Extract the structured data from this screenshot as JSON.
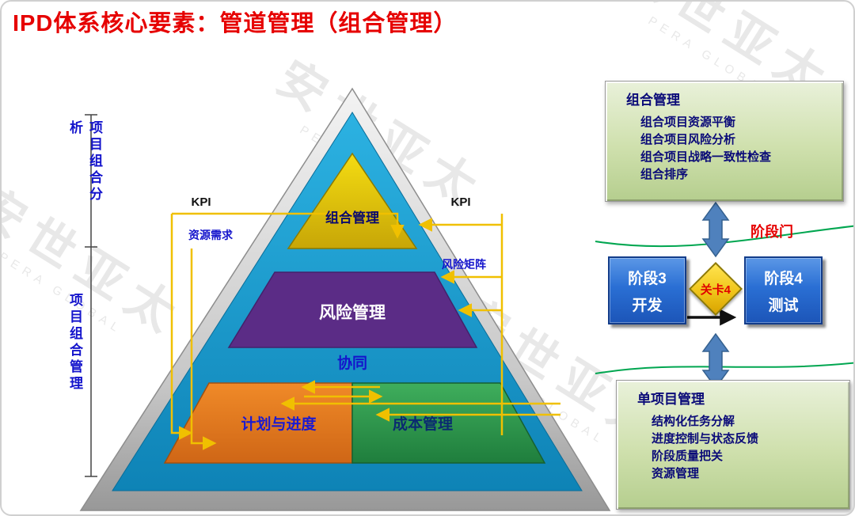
{
  "title": "IPD体系核心要素：管道管理（组合管理）",
  "watermark": {
    "cn": "安世亚太",
    "en": "PERA GLOBAL"
  },
  "left_labels": {
    "analysis": "项目组合分析",
    "management": "项目组合管理"
  },
  "pyramid": {
    "kpi_left": "KPI",
    "kpi_right": "KPI",
    "resource_demand_label": "资源需求",
    "risk_matrix_label": "风险矩阵",
    "tier_top": "组合管理",
    "tier_middle": "风险管理",
    "collaboration": "协同",
    "tier_bottom_left": "计划与进度",
    "tier_bottom_right": "成本管理"
  },
  "right_panel": {
    "portfolio_box": {
      "title": "组合管理",
      "items": [
        "组合项目资源平衡",
        "组合项目风险分析",
        "组合项目战略一致性检查",
        "组合排序"
      ]
    },
    "stage_gate_label": "阶段门",
    "stage3": {
      "name": "阶段3",
      "phase": "开发"
    },
    "gate": {
      "label": "关卡4"
    },
    "stage4": {
      "name": "阶段4",
      "phase": "测试"
    },
    "single_project_box": {
      "title": "单项目管理",
      "items": [
        "结构化任务分解",
        "进度控制与状态反馈",
        "阶段质量把关",
        "资源管理"
      ]
    }
  },
  "colors": {
    "title_red": "#e60000",
    "navy_text": "#0a0a78",
    "pyramid_blue": "#1598cc",
    "tier_yellow": "#e3c81e",
    "tier_purple": "#5b2c86",
    "tier_orange": "#e5791f",
    "tier_green": "#2f9e50",
    "connector_yellow": "#f0c000",
    "stage_blue": "#2a6fd4",
    "green_curve": "#00a650"
  }
}
